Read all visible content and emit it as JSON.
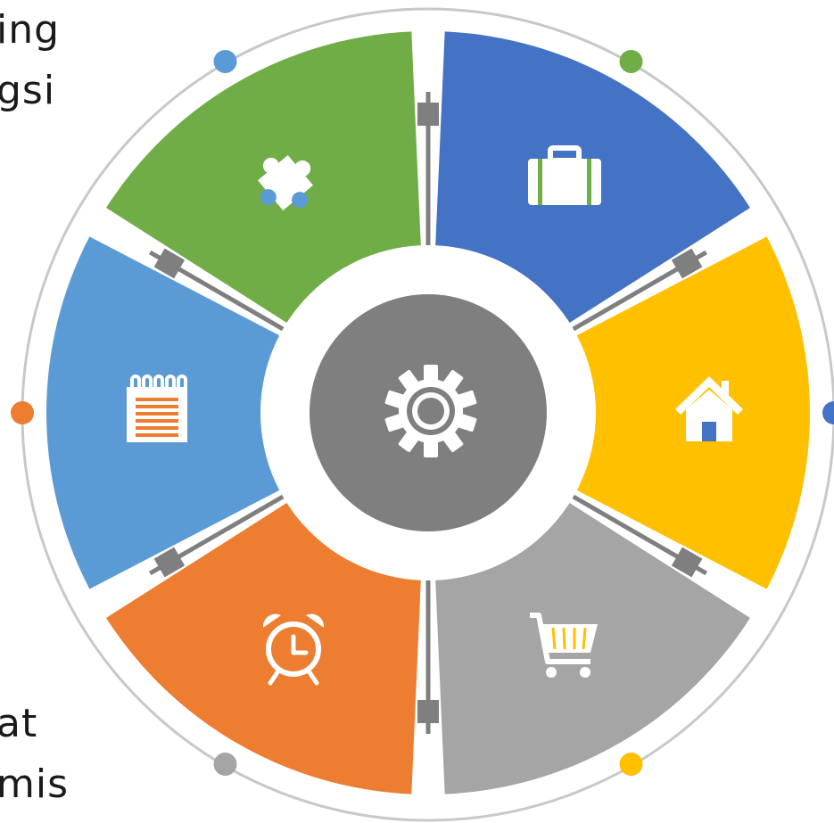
{
  "text_fragments": [
    "ing",
    "gsi",
    "at",
    "mis"
  ],
  "center": {
    "icon": "gear-icon",
    "color": "#7f7f7f"
  },
  "ring": {
    "color": "#c8c8c8",
    "connector_color": "#7f7f7f"
  },
  "segments": [
    {
      "id": "puzzle",
      "icon": "puzzle-icon",
      "color": "#5b9bd5"
    },
    {
      "id": "briefcase",
      "icon": "briefcase-icon",
      "color": "#70ad47"
    },
    {
      "id": "home",
      "icon": "home-icon",
      "color": "#4472c4"
    },
    {
      "id": "cart",
      "icon": "cart-icon",
      "color": "#ffc000"
    },
    {
      "id": "clock",
      "icon": "alarm-clock-icon",
      "color": "#a5a5a5"
    },
    {
      "id": "notepad",
      "icon": "notepad-icon",
      "color": "#ed7d31"
    }
  ]
}
